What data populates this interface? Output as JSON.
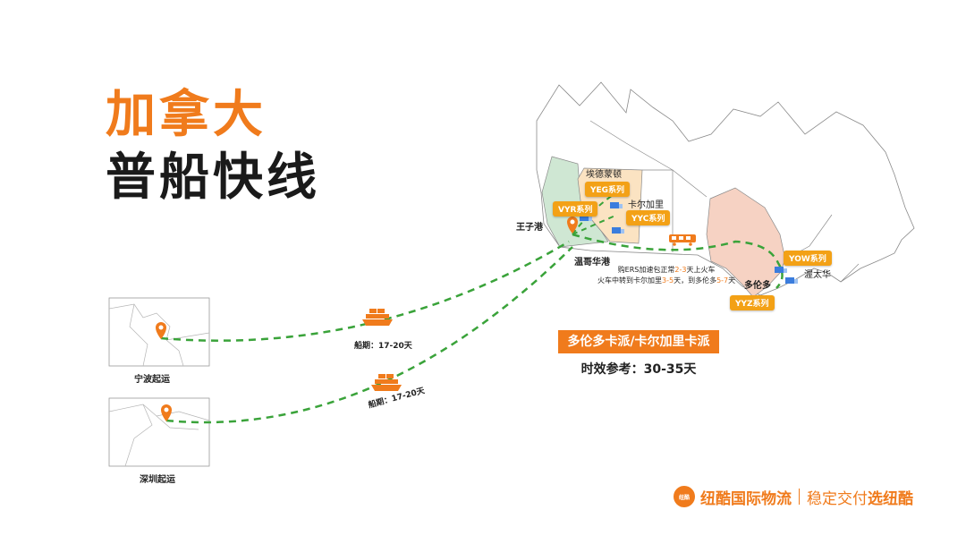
{
  "title": {
    "line1": "加拿大",
    "line2": "普船快线"
  },
  "cities": {
    "edmonton": "埃德蒙顿",
    "calgary": "卡尔加里",
    "prince_rupert": "王子港",
    "vancouver": "温哥华港",
    "toronto": "多伦多",
    "ottawa": "渥太华"
  },
  "tags": {
    "yeg": "YEG系列",
    "vyr": "VYR系列",
    "yyc": "YYC系列",
    "yow": "YOW系列",
    "yyz": "YYZ系列"
  },
  "note": {
    "line1_prefix": "购ERS加速包正常",
    "line1_days": "2-3",
    "line1_suffix": "天上火车",
    "line2_prefix": "火车中转到卡尔加里",
    "line2_days1": "3-5",
    "line2_mid": "天，到多伦多",
    "line2_days2": "5-7",
    "line2_suffix": "天"
  },
  "service": {
    "label": "多伦多卡派/卡尔加里卡派",
    "reference": "时效参考：30-35天"
  },
  "origins": {
    "ningbo": {
      "name": "宁波起运",
      "sailing": "船期：17-20天"
    },
    "shenzhen": {
      "name": "深圳起运",
      "sailing": "船期：17-20天"
    }
  },
  "brand": {
    "logo_text": "纽酷",
    "name": "纽酷国际物流",
    "slogan_regular": "稳定交付",
    "slogan_bold": "选纽酷"
  },
  "colors": {
    "accent": "#f07b1c",
    "route": "#3aa33a",
    "tag": "#f3a116",
    "bc_region": "#cfe7d3",
    "alberta_region": "#fbe3c2",
    "ontario_region": "#f6d2c3"
  }
}
